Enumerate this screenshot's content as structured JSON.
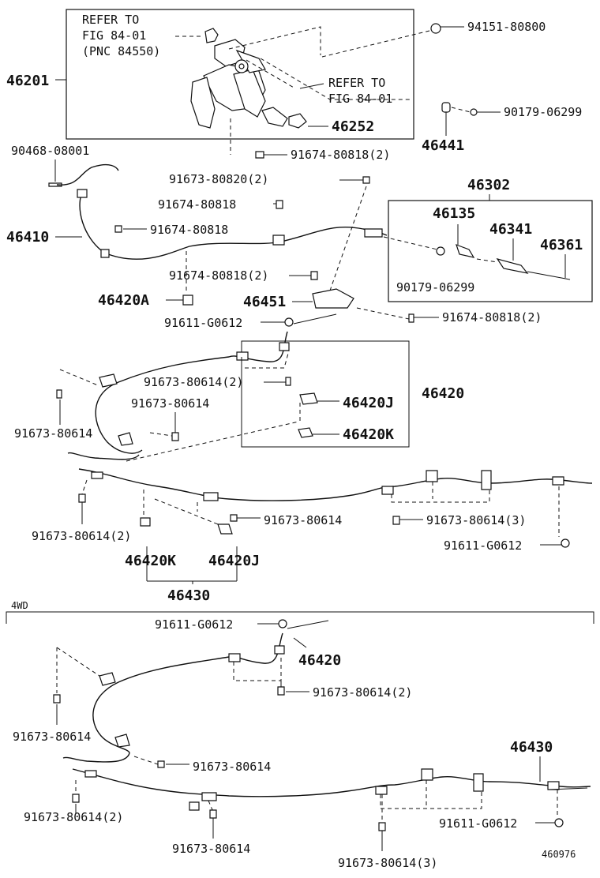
{
  "labels": {
    "refer_to_1": "REFER TO",
    "fig_84_01_a": "FIG 84-01",
    "pnc_84550": "(PNC 84550)",
    "refer_to_2": "REFER TO",
    "fig_84_01_b": "FIG 84-01",
    "p46201": "46201",
    "p94151": "94151-80800",
    "p90179_a": "90179-06299",
    "p46441": "46441",
    "p46252": "46252",
    "p91674_top": "91674-80818(2)",
    "p90468": "90468-08001",
    "p91673_80820": "91673-80820(2)",
    "p46302": "46302",
    "p91674_a": "91674-80818",
    "p46135": "46135",
    "p46341": "46341",
    "p46410": "46410",
    "p91674_b": "91674-80818",
    "p46361": "46361",
    "p90179_b": "90179-06299",
    "p91674_c": "91674-80818(2)",
    "p46420A": "46420A",
    "p46451": "46451",
    "p91674_d": "91674-80818(2)",
    "p91611_a": "91611-G0612",
    "p91673_614_2a": "91673-80614(2)",
    "p46420": "46420",
    "p91673_614_a": "91673-80614",
    "p46420J_a": "46420J",
    "p91673_614_b": "91673-80614",
    "p46420K_a": "46420K",
    "p91673_614_c": "91673-80614",
    "p91673_614_3a": "91673-80614(3)",
    "p91673_614_2b": "91673-80614(2)",
    "p91611_b": "91611-G0612",
    "p46420K_b": "46420K",
    "p46420J_b": "46420J",
    "p46430": "46430",
    "section_4wd": "4WD",
    "p91611_c": "91611-G0612",
    "p46420_b": "46420",
    "p91673_614_2c": "91673-80614(2)",
    "p91673_614_d": "91673-80614",
    "p91673_614_e": "91673-80614",
    "p46430_b": "46430",
    "p91611_d": "91611-G0612",
    "p91673_614_2d": "91673-80614(2)",
    "p91673_614_f": "91673-80614",
    "p91673_614_3b": "91673-80614(3)",
    "fig_id": "460976"
  }
}
